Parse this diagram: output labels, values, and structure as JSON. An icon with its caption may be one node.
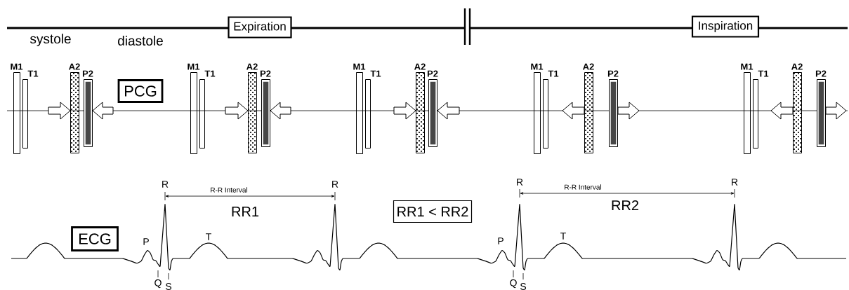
{
  "diagram": {
    "nodes": [
      {
        "text": [
          "Expiration"
        ]
      },
      {
        "text": [
          "Inspiration"
        ]
      },
      {
        "text": [
          "PCG"
        ]
      },
      {
        "text": [
          "M1"
        ]
      },
      {
        "text": [
          "T1"
        ]
      },
      {
        "text": [
          "A2"
        ]
      },
      {
        "text": [
          "P2"
        ]
      },
      {
        "text": [
          "M1"
        ]
      },
      {
        "text": [
          "T1"
        ]
      },
      {
        "text": [
          "A2"
        ]
      },
      {
        "text": [
          "P2"
        ]
      },
      {
        "text": [
          "M1"
        ]
      },
      {
        "text": [
          "T1"
        ]
      },
      {
        "text": [
          "A2"
        ]
      },
      {
        "text": [
          "P2"
        ]
      },
      {
        "text": [
          "M1"
        ]
      },
      {
        "text": [
          "T1"
        ]
      },
      {
        "text": [
          "A2"
        ]
      },
      {
        "text": [
          "P2"
        ]
      },
      {
        "text": [
          "M1"
        ]
      },
      {
        "text": [
          "T1"
        ]
      },
      {
        "text": [
          "A2"
        ]
      },
      {
        "text": [
          "P2"
        ]
      },
      {
        "text": [
          "ECG"
        ]
      },
      {
        "text": [
          "RR1 < RR2"
        ]
      }
    ],
    "edges": [
      {
        "from": null,
        "to": 5,
        "arrow": "to"
      },
      {
        "from": null,
        "to": 6,
        "arrow": "to"
      },
      {
        "from": null,
        "to": 9,
        "arrow": "to"
      },
      {
        "from": null,
        "to": 10,
        "arrow": "to"
      },
      {
        "from": null,
        "to": 13,
        "arrow": "to"
      },
      {
        "from": null,
        "to": 14,
        "arrow": "to"
      },
      {
        "from": 17,
        "to": null,
        "arrow": "to"
      },
      {
        "from": 18,
        "to": null,
        "arrow": "to"
      },
      {
        "from": 21,
        "to": null,
        "arrow": "to"
      },
      {
        "from": 22,
        "to": null,
        "arrow": "to"
      }
    ],
    "labels": [
      "systole",
      "diastole",
      "R",
      "R-R Interval",
      "R",
      "RR1",
      "P",
      "T",
      "Q",
      "S",
      "R",
      "R-R Interval",
      "R",
      "RR2",
      "P",
      "T",
      "Q",
      "S"
    ]
  }
}
